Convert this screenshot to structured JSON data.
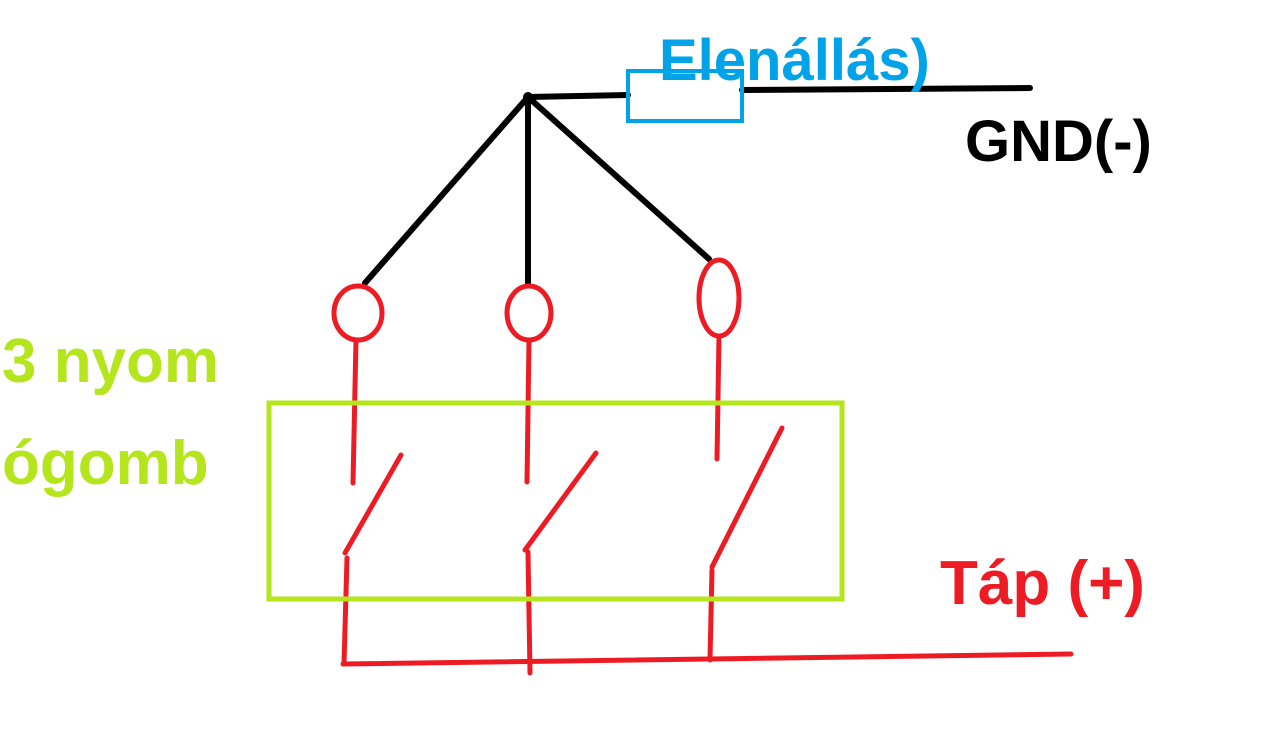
{
  "labels": {
    "resistor": "Elenállás)",
    "ground": "GND(-)",
    "button": "3 nyom",
    "button_line2": "ógomb",
    "supply": "Táp (+)"
  },
  "colors": {
    "wire_ground": "#000000",
    "wire_supply": "#ed1c24",
    "resistor": "#00a2e8",
    "button_box": "#b5e61d",
    "background": "#ffffff"
  }
}
